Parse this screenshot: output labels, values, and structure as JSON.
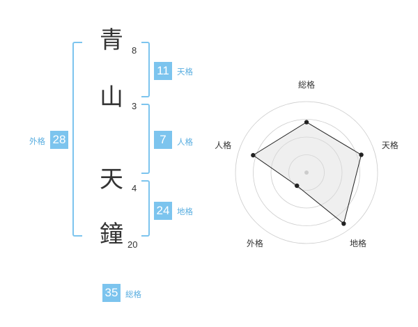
{
  "name": {
    "chars": [
      {
        "char": "青",
        "strokes": "8"
      },
      {
        "char": "山",
        "strokes": "3"
      },
      {
        "char": "天",
        "strokes": "4"
      },
      {
        "char": "鐘",
        "strokes": "20"
      }
    ]
  },
  "kakusu": {
    "tenkaku": {
      "value": "11",
      "label": "天格"
    },
    "jinkaku": {
      "value": "7",
      "label": "人格"
    },
    "chikaku": {
      "value": "24",
      "label": "地格"
    },
    "gaikaku": {
      "value": "28",
      "label": "外格"
    },
    "soukaku": {
      "value": "35",
      "label": "総格"
    }
  },
  "colors": {
    "accent": "#7cc4ee",
    "label": "#5aaee0",
    "text": "#333333",
    "radar_fill": "#f0f0f0",
    "ring": "#cccccc"
  },
  "chart_data": {
    "type": "radar",
    "axes": [
      "総格",
      "天格",
      "地格",
      "外格",
      "人格"
    ],
    "values": [
      0.71,
      0.81,
      0.89,
      0.23,
      0.79
    ],
    "max": 1,
    "rings": 4
  }
}
